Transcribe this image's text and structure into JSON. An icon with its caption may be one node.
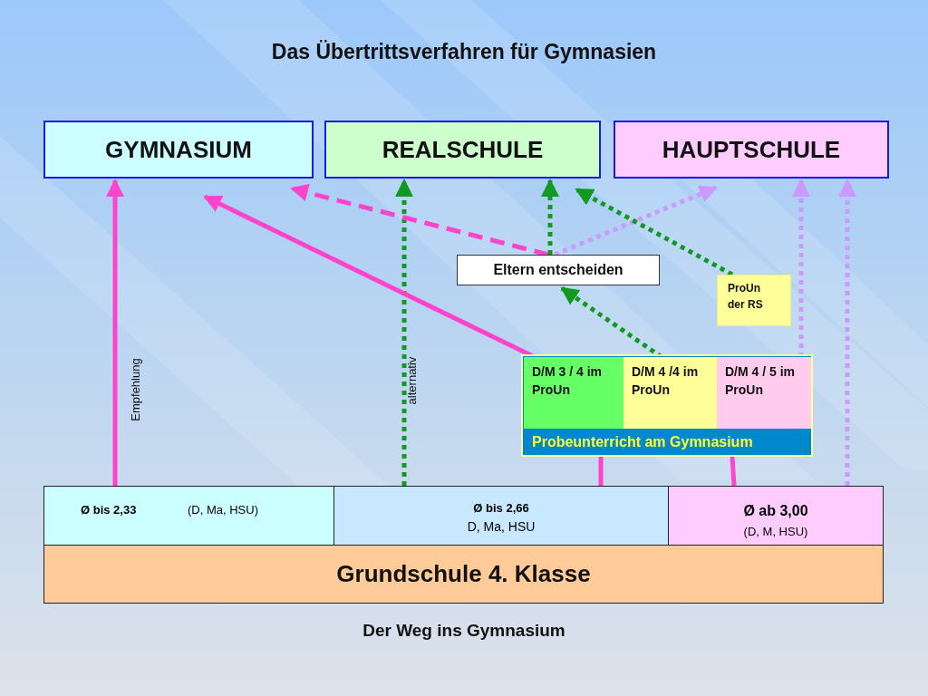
{
  "diagram": {
    "title": "Das Übertrittsverfahren für Gymnasien",
    "caption": "Der Weg ins Gymnasium",
    "nodes": [
      {
        "text": [
          "GYMNASIUM"
        ]
      },
      {
        "text": [
          "REALSCHULE"
        ]
      },
      {
        "text": [
          "HAUPTSCHULE"
        ]
      },
      {
        "text": [
          "Eltern entscheiden"
        ]
      },
      {
        "text": [
          "ProUn der RS"
        ]
      },
      {
        "text": [
          "Probeunterricht am Gymnasium"
        ]
      },
      {
        "text": [
          "D/M 3 / 4 im ProUn"
        ],
        "in": 5
      },
      {
        "text": [
          "D/M 4 /4 im ProUn"
        ],
        "in": 5
      },
      {
        "text": [
          "D/M 4 / 5 im ProUn"
        ],
        "in": 5
      },
      {
        "text": [
          "Ø bis 2,33",
          "(D, Ma, HSU)"
        ]
      },
      {
        "text": [
          "Ø bis 2,66",
          "D, Ma, HSU"
        ]
      },
      {
        "text": [
          "Ø ab 3,00",
          "(D, M, HSU)"
        ]
      },
      {
        "text": [
          "Grundschule 4. Klasse"
        ]
      }
    ],
    "edges": [
      {
        "from": 9,
        "to": 0,
        "arrow": "to",
        "label": "Empfehlung"
      },
      {
        "from": 10,
        "to": 1,
        "arrow": "to",
        "label": "alternativ",
        "style": "dashed",
        "color": "#119922"
      },
      {
        "from": 10,
        "to": 5,
        "arrow": "none"
      },
      {
        "from": 11,
        "to": 5,
        "arrow": "none"
      },
      {
        "from": 6,
        "to": 0,
        "arrow": "to"
      },
      {
        "from": 7,
        "to": 3,
        "arrow": "to",
        "style": "dashed",
        "color": "#119922"
      },
      {
        "from": 3,
        "to": 0,
        "arrow": "to",
        "style": "dashed"
      },
      {
        "from": 3,
        "to": 1,
        "arrow": "to",
        "style": "dashed",
        "color": "#119922"
      },
      {
        "from": 3,
        "to": 2,
        "arrow": "to",
        "style": "dashed",
        "color": "#cc99ff"
      },
      {
        "from": 4,
        "to": 1,
        "arrow": "to",
        "style": "dashed",
        "color": "#119922"
      },
      {
        "from": 8,
        "to": 2,
        "arrow": "to",
        "style": "dashed",
        "color": "#cc99ff"
      },
      {
        "from": 11,
        "to": 2,
        "arrow": "to",
        "style": "dashed",
        "color": "#cc99ff"
      }
    ]
  }
}
